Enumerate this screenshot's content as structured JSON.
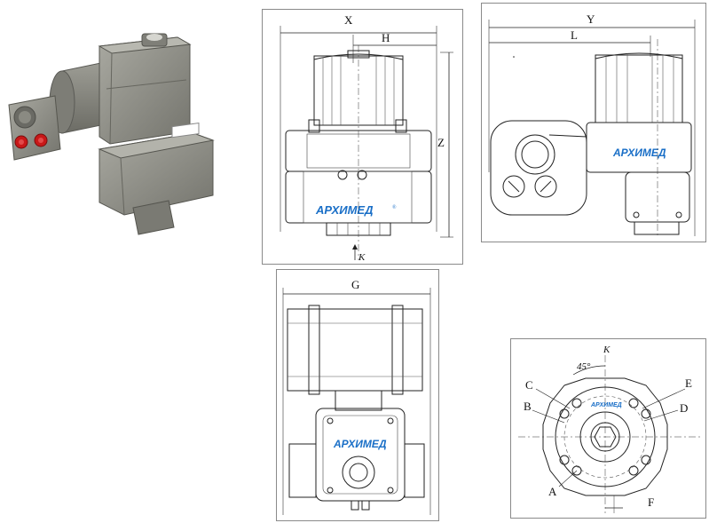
{
  "brand": {
    "logo_text": "АРХИМЕД"
  },
  "views": {
    "front": {
      "dim_width": "X",
      "dim_half": "H",
      "dim_height": "Z",
      "shaft_label": "K"
    },
    "side": {
      "dim_total": "Y",
      "dim_partial": "L"
    },
    "top": {
      "dim_width": "G"
    },
    "flange": {
      "axis_label": "K",
      "angle": "45°",
      "labels": {
        "a": "A",
        "b": "B",
        "c": "C",
        "d": "D",
        "e": "E",
        "f": "F"
      }
    }
  },
  "colors": {
    "housing": "#8f8f87",
    "accent_red": "#c81818",
    "logo_blue": "#1a6fc7",
    "line": "#1a1a1a"
  }
}
